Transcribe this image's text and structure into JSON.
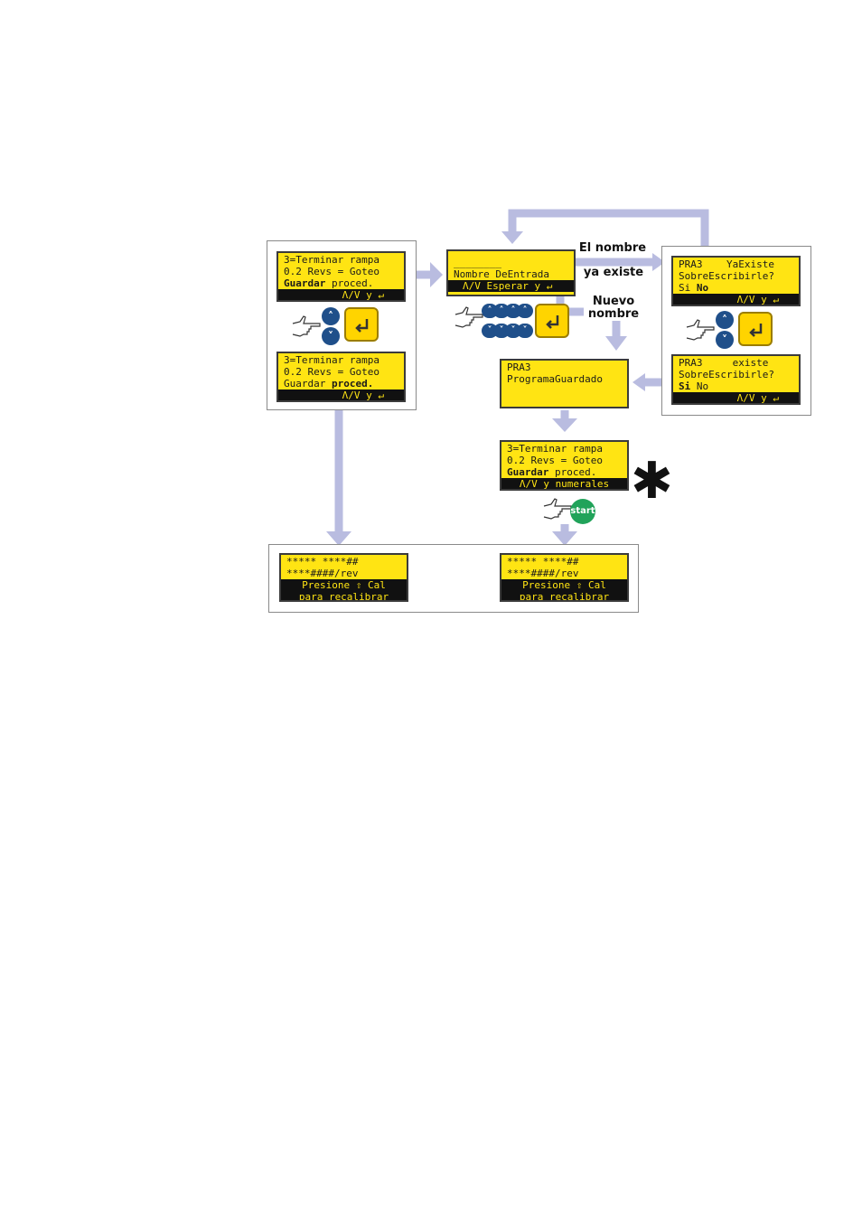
{
  "labels": {
    "name_exists_line1": "El nombre",
    "name_exists_line2": "ya existe",
    "new_name_line1": "Nuevo",
    "new_name_line2": "nombre",
    "asterisk": "✱",
    "start": "start"
  },
  "screens": {
    "s1": {
      "line1": "3=Terminar rampa",
      "line2": "0.2 Revs = Goteo",
      "line3_a": "Guardar",
      "line3_b": " proced.",
      "line4": "Λ/V y ↵"
    },
    "s2": {
      "line1": "3=Terminar rampa",
      "line2": "0.2 Revs = Goteo",
      "line3_a": "Guardar ",
      "line3_b": "proced.",
      "line4": "Λ/V y ↵"
    },
    "s3": {
      "line1": "________",
      "line2": "Nombre DeEntrada",
      "line3": "Λ/V Esperar y ↵"
    },
    "s4": {
      "line1": "PRA3    YaExiste",
      "line2": "SobreEscribirle?",
      "line3_a": "Si ",
      "line3_b": "No",
      "line4": "Λ/V y ↵"
    },
    "s5": {
      "line1": "PRA3     existe",
      "line2": "SobreEscribirle?",
      "line3_a": "Si",
      "line3_b": " No",
      "line4": "Λ/V y ↵"
    },
    "s6": {
      "line1": "PRA3",
      "line2": "ProgramaGuardado"
    },
    "s7": {
      "line1": "3=Terminar rampa",
      "line2": "0.2 Revs = Goteo",
      "line3_a": "Guardar",
      "line3_b": " proced.",
      "line4": "Λ/V y numerales"
    },
    "s8": {
      "line1": "***** ****##",
      "line2": "****####/rev",
      "line3": "Presione ⇧ Cal",
      "line4": "para recalibrar"
    },
    "s9": {
      "line1": "***** ****##",
      "line2": "****####/rev",
      "line3": "Presione ⇧ Cal",
      "line4": "para recalibrar"
    }
  },
  "icons": {
    "up": "up-arrow-icon",
    "down": "down-arrow-icon",
    "enter": "enter-icon",
    "hand": "pointing-hand-icon",
    "up_glyph": "˄",
    "down_glyph": "˅"
  },
  "colors": {
    "lcd_bg": "#ffe413",
    "arrow": "#b9bce0",
    "nav_button": "#1f4f8a",
    "start_button": "#21a35a"
  }
}
